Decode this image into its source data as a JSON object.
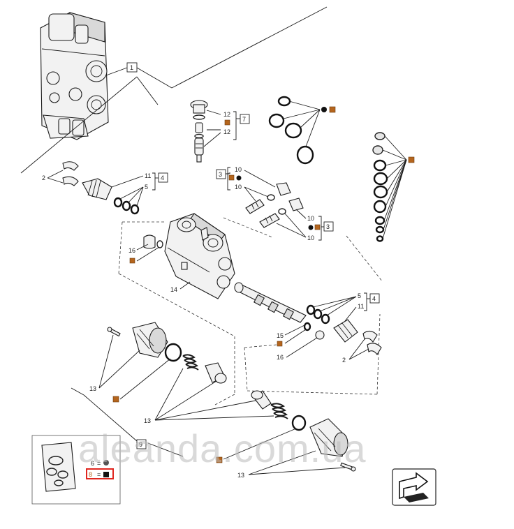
{
  "watermark": "aleanda.com.ua",
  "legend": {
    "item_6": "6",
    "item_8": "8",
    "sep_6": "=",
    "sep_8": "="
  },
  "callouts": {
    "c1": "1",
    "c2a": "2",
    "c2b": "2",
    "c3a": "3",
    "c3b": "3",
    "c4a": "4",
    "c4b": "4",
    "c5a": "5",
    "c5b": "5",
    "c7": "7",
    "c9": "9",
    "c10a": "10",
    "c10b": "10",
    "c10c": "10",
    "c10d": "10",
    "c11a": "11",
    "c11b": "11",
    "c12a": "12",
    "c12b": "12",
    "c13a": "13",
    "c13b": "13",
    "c13c": "13",
    "c14": "14",
    "c15": "15",
    "c16a": "16",
    "c16b": "16"
  },
  "colors": {
    "kit_marker": "#b5651d",
    "legend_highlight": "#e0261f",
    "watermark": "#b9b9b9"
  },
  "icons": {
    "nav": "next-page-arrow-icon"
  }
}
